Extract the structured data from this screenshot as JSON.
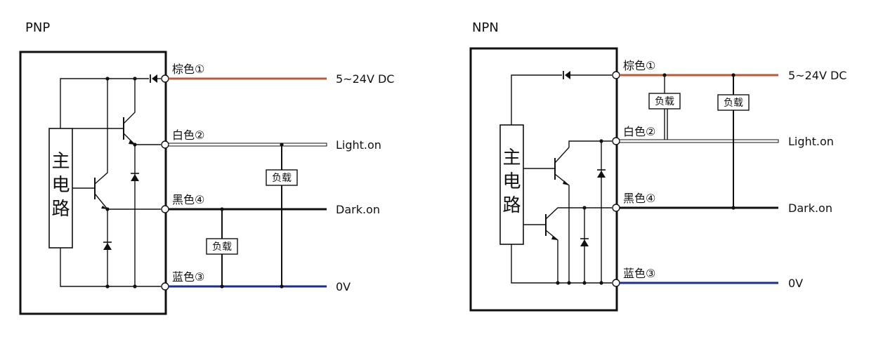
{
  "pnp": {
    "title": "PNP",
    "main_circuit": [
      "主",
      "电",
      "路"
    ],
    "wires": {
      "brown": "棕色①",
      "white": "白色②",
      "black": "黑色④",
      "blue": "蓝色③"
    },
    "outputs": {
      "power": "5~24V DC",
      "light": "Light.on",
      "dark": "Dark.on",
      "zero": "0V"
    },
    "load_label": "负载"
  },
  "npn": {
    "title": "NPN",
    "main_circuit": [
      "主",
      "电",
      "路"
    ],
    "wires": {
      "brown": "棕色①",
      "white": "白色②",
      "black": "黑色④",
      "blue": "蓝色③"
    },
    "outputs": {
      "power": "5~24V DC",
      "light": "Light.on",
      "dark": "Dark.on",
      "zero": "0V"
    },
    "load_label": "负载"
  },
  "colors": {
    "brown_wire": "#b85a3c",
    "blue_wire": "#1c2f8c",
    "black_wire": "#111111"
  }
}
